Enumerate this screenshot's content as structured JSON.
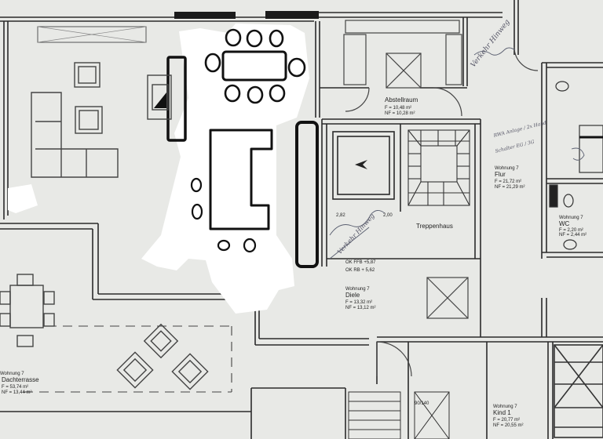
{
  "colors": {
    "paper": "#e8e9e6",
    "wall": "#1e1e1e",
    "thin": "#555555",
    "ink": "#111111",
    "whiteout": "#ffffff",
    "pencil": "#5a5f70"
  },
  "rooms": {
    "abstellraum": {
      "name": "Abstellraum",
      "area_f": "F = 10,48 m²",
      "area_nf": "NF = 10,28 m²"
    },
    "flur": {
      "unit": "Wohnung 7",
      "name": "Flur",
      "area_f": "F = 21,72 m²",
      "area_nf": "NF = 21,29 m²"
    },
    "diele": {
      "unit": "Wohnung 7",
      "name": "Diele",
      "area_f": "F = 13,32 m²",
      "area_nf": "NF = 13,12 m²"
    },
    "dachterrasse": {
      "unit": "Wohnung 7",
      "name": "Dachterrasse",
      "area_f": "F = 53,74 m²",
      "area_nf": "NF = 13,44 m²"
    },
    "wc": {
      "unit": "Wohnung 7",
      "name": "WC",
      "area_f": "F = 2,20 m²",
      "area_nf": "NF = 2,44 m²"
    },
    "kind": {
      "unit": "Wohnung 7",
      "name": "Kind 1",
      "area_f": "F = 20,77 m²",
      "area_nf": "NF = 20,55 m²"
    }
  },
  "labels": {
    "treppenhaus": "Treppenhaus",
    "ok_ffb": "OK FFB +5,87",
    "ok_rb": "OK RB + 5,62",
    "dim_282": "2,82",
    "dim_200": "2,00",
    "door": "90/140"
  },
  "handwritten": {
    "note_top_right": "Verkehr Hinweg",
    "note_mid": "Verkehr Hinweg",
    "note_flur": "RWA Anlage / 2x Hand",
    "note_flur2": "Schalter EG / 3G"
  }
}
